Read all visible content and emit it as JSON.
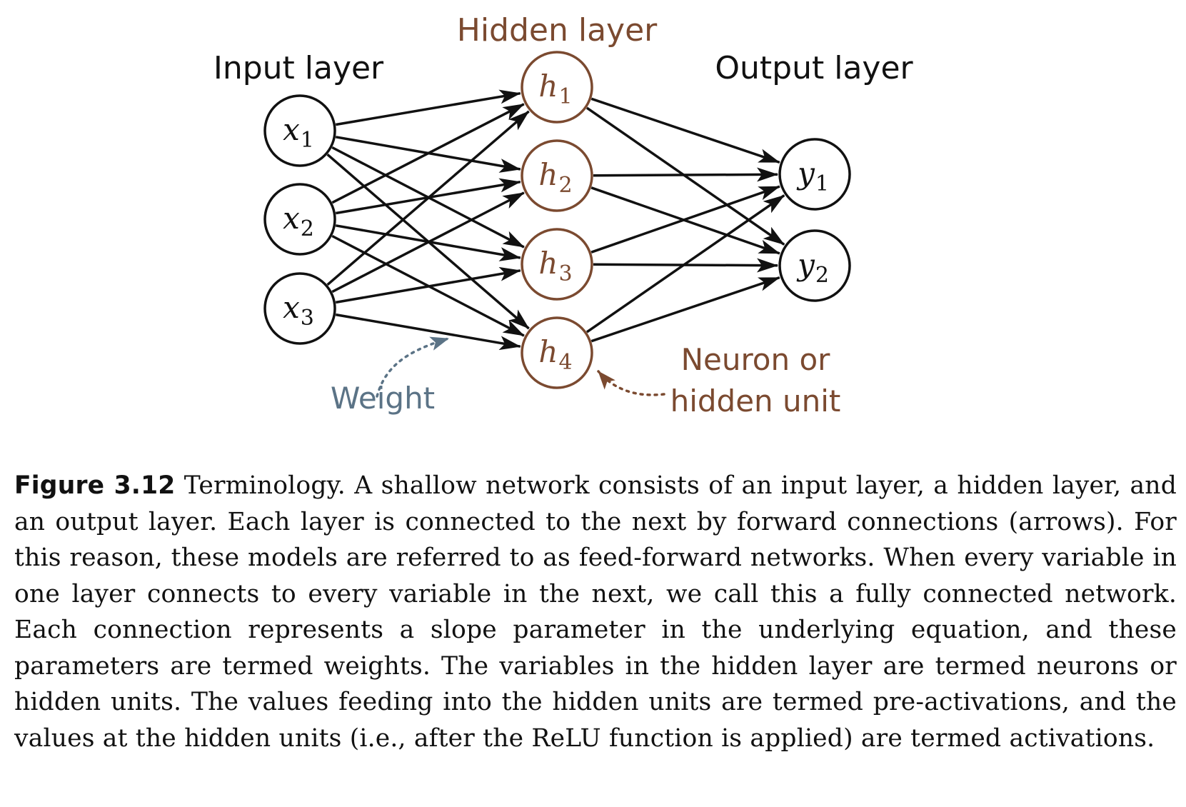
{
  "colors": {
    "black": "#111111",
    "hidden": "#7b4a30",
    "weight": "#5b7386"
  },
  "diagram": {
    "layers": {
      "input": "Input layer",
      "hidden": "Hidden layer",
      "output": "Output layer"
    },
    "input_nodes": [
      {
        "var": "x",
        "sub": "1"
      },
      {
        "var": "x",
        "sub": "2"
      },
      {
        "var": "x",
        "sub": "3"
      }
    ],
    "hidden_nodes": [
      {
        "var": "h",
        "sub": "1"
      },
      {
        "var": "h",
        "sub": "2"
      },
      {
        "var": "h",
        "sub": "3"
      },
      {
        "var": "h",
        "sub": "4"
      }
    ],
    "output_nodes": [
      {
        "var": "y",
        "sub": "1"
      },
      {
        "var": "y",
        "sub": "2"
      }
    ],
    "annotations": {
      "weight": "Weight",
      "neuron_line1": "Neuron or",
      "neuron_line2": "hidden unit"
    }
  },
  "caption": {
    "label": "Figure 3.12",
    "text": " Terminology. A shallow network consists of an input layer, a hidden layer, and an output layer. Each layer is connected to the next by forward connections (arrows). For this reason, these models are referred to as feed-forward networks. When every variable in one layer connects to every variable in the next, we call this a fully connected network. Each connection represents a slope parameter in the underlying equation, and these parameters are termed weights. The variables in the hidden layer are termed neurons or hidden units. The values feeding into the hidden units are termed pre-activations, and the values at the hidden units (i.e., after the ReLU function is applied) are termed activations."
  }
}
